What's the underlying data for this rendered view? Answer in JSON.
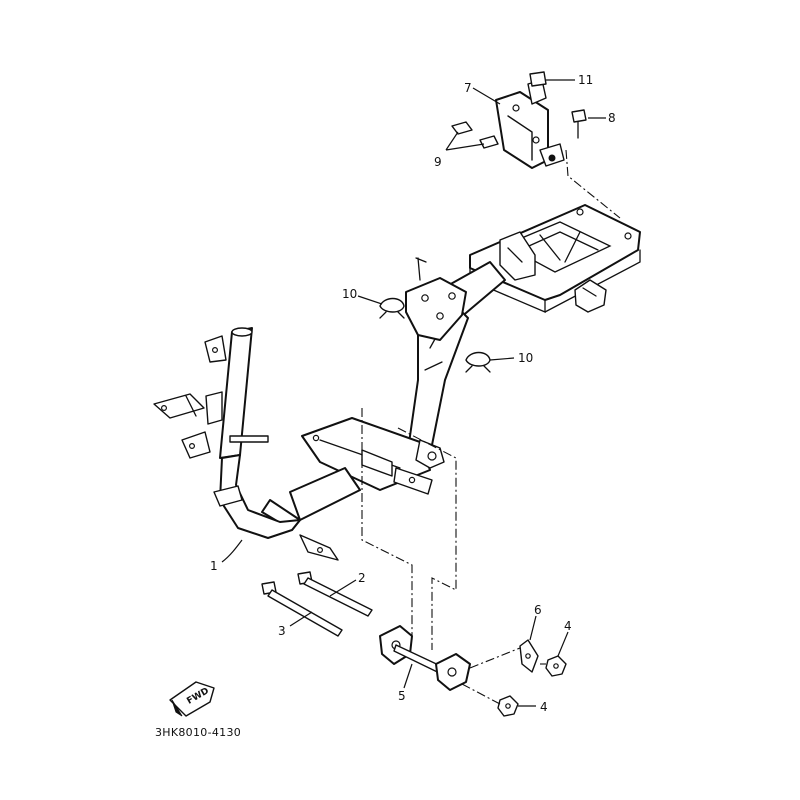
{
  "diagram": {
    "drawing_code": "3HK8010-4130",
    "fwd_label": "FWD",
    "callouts": [
      {
        "id": "1",
        "label": "1"
      },
      {
        "id": "2",
        "label": "2"
      },
      {
        "id": "3",
        "label": "3"
      },
      {
        "id": "4a",
        "label": "4"
      },
      {
        "id": "4b",
        "label": "4"
      },
      {
        "id": "5",
        "label": "5"
      },
      {
        "id": "6",
        "label": "6"
      },
      {
        "id": "7",
        "label": "7"
      },
      {
        "id": "8",
        "label": "8"
      },
      {
        "id": "9",
        "label": "9"
      },
      {
        "id": "10a",
        "label": "10"
      },
      {
        "id": "10b",
        "label": "10"
      },
      {
        "id": "11",
        "label": "11"
      }
    ]
  }
}
